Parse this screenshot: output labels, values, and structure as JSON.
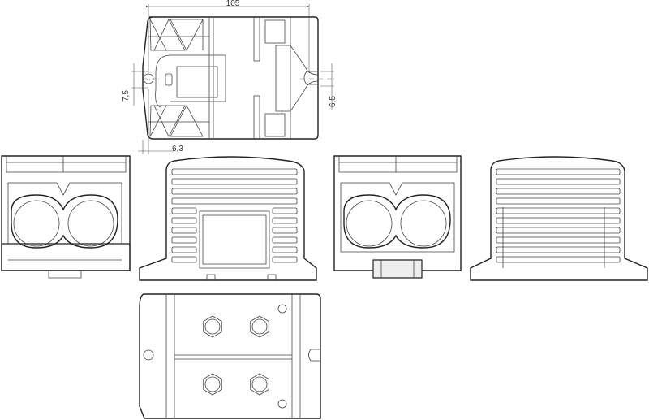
{
  "drawing": {
    "dimensions": {
      "overall_width": "105",
      "left_hole_offset": "7,5",
      "hole_edge_offset": "6,3",
      "slot_offset": "6,5"
    },
    "views": [
      "top-view",
      "front-view",
      "side-view",
      "front-view-alt",
      "side-view-alt",
      "bottom-view"
    ]
  }
}
